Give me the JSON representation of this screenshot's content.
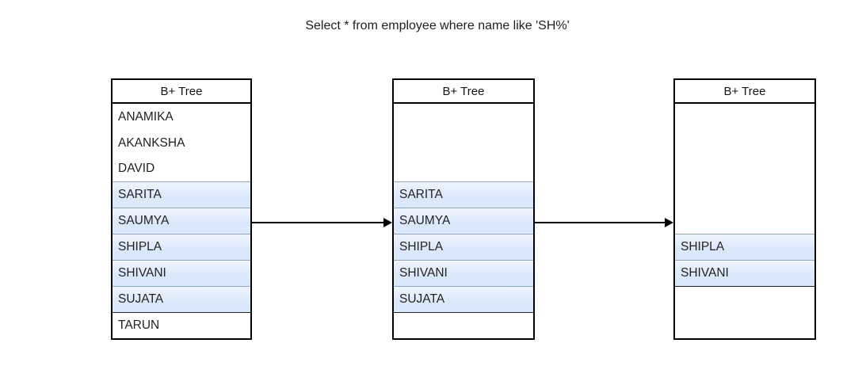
{
  "title": "Select * from employee where name like 'SH%'",
  "diagram": {
    "boxes": [
      {
        "header": "B+ Tree",
        "rows": [
          {
            "label": "ANAMIKA",
            "type": "plain",
            "h": 33
          },
          {
            "label": "AKANKSHA",
            "type": "plain",
            "h": 33
          },
          {
            "label": "DAVID",
            "type": "plain",
            "h": 32
          },
          {
            "label": "SARITA",
            "type": "highlight",
            "h": 33
          },
          {
            "label": "SAUMYA",
            "type": "highlight",
            "h": 33
          },
          {
            "label": "SHIPLA",
            "type": "highlight",
            "h": 33
          },
          {
            "label": "SHIVANI",
            "type": "highlight",
            "h": 33
          },
          {
            "label": "SUJATA",
            "type": "highlight",
            "h": 33
          },
          {
            "label": "TARUN",
            "type": "white-top",
            "h": 33
          }
        ]
      },
      {
        "header": "B+ Tree",
        "rows": [
          {
            "label": "",
            "type": "spacer",
            "h": 98
          },
          {
            "label": "SARITA",
            "type": "highlight",
            "h": 33
          },
          {
            "label": "SAUMYA",
            "type": "highlight",
            "h": 33
          },
          {
            "label": "SHIPLA",
            "type": "highlight",
            "h": 33
          },
          {
            "label": "SHIVANI",
            "type": "highlight",
            "h": 33
          },
          {
            "label": "SUJATA",
            "type": "highlight",
            "h": 33
          },
          {
            "label": "",
            "type": "white-top",
            "h": 33
          }
        ]
      },
      {
        "header": "B+ Tree",
        "rows": [
          {
            "label": "",
            "type": "spacer",
            "h": 164
          },
          {
            "label": "SHIPLA",
            "type": "highlight",
            "h": 33
          },
          {
            "label": "SHIVANI",
            "type": "highlight",
            "h": 33
          },
          {
            "label": "",
            "type": "white-top",
            "h": 66
          }
        ]
      }
    ],
    "arrows": [
      {
        "from": "btree-box-1",
        "to": "btree-box-2"
      },
      {
        "from": "btree-box-2",
        "to": "btree-box-3"
      }
    ],
    "colors": {
      "highlight_fill": "#dae8fc",
      "highlight_border": "#8fa6bb",
      "box_border": "#000000",
      "arrow": "#000000"
    }
  }
}
